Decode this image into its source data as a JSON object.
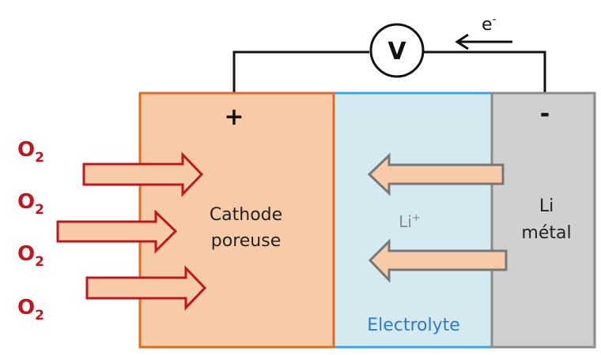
{
  "circuit": {
    "voltmeter_label": "V",
    "electron_label": "e",
    "electron_charge": "-",
    "positive_terminal": "+",
    "negative_terminal": "-"
  },
  "cathode": {
    "line1": "Cathode",
    "line2": "poreuse",
    "fill": "#f8cba8",
    "border": "#e06b22"
  },
  "electrolyte": {
    "label": "Electrolyte",
    "ion_label": "Li",
    "ion_charge": "+",
    "fill": "#d4e9f0",
    "border": "#35a7e8",
    "label_color": "#2f7bc4"
  },
  "anode": {
    "line1": "Li",
    "line2": "métal",
    "fill": "#d0d0d0",
    "border": "#8a8a8a"
  },
  "oxygen": {
    "labels": [
      {
        "base": "O",
        "sub": "2"
      },
      {
        "base": "O",
        "sub": "2"
      },
      {
        "base": "O",
        "sub": "2"
      },
      {
        "base": "O",
        "sub": "2"
      }
    ],
    "color": "#c0161f"
  }
}
